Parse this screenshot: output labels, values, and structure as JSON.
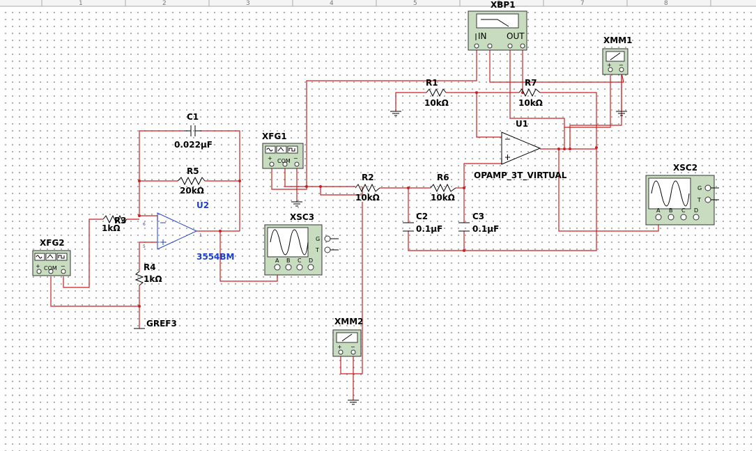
{
  "ruler": {
    "labels": [
      "1",
      "2",
      "3",
      "4",
      "5",
      "6",
      "7",
      "8"
    ]
  },
  "components": {
    "c1": {
      "name": "C1",
      "value": "0.022µF"
    },
    "r5": {
      "name": "R5",
      "value": "20kΩ"
    },
    "r3": {
      "name": "R3",
      "value": "1kΩ"
    },
    "r4": {
      "name": "R4",
      "value": "1kΩ"
    },
    "u2": {
      "name": "U2",
      "model": "3554BM"
    },
    "r2": {
      "name": "R2",
      "value": "10kΩ"
    },
    "r6": {
      "name": "R6",
      "value": "10kΩ"
    },
    "c2": {
      "name": "C2",
      "value": "0.1µF"
    },
    "c3": {
      "name": "C3",
      "value": "0.1µF"
    },
    "r1": {
      "name": "R1",
      "value": "10kΩ"
    },
    "r7": {
      "name": "R7",
      "value": "10kΩ"
    },
    "u1": {
      "name": "U1",
      "model": "OPAMP_3T_VIRTUAL"
    },
    "gref3": {
      "name": "GREF3"
    }
  },
  "instruments": {
    "xfg1": {
      "name": "XFG1",
      "com": "COM"
    },
    "xfg2": {
      "name": "XFG2",
      "com": "COM"
    },
    "xsc3": {
      "name": "XSC3",
      "terminals": [
        "A",
        "B",
        "C",
        "D"
      ],
      "side": [
        "G",
        "T"
      ]
    },
    "xsc2": {
      "name": "XSC2",
      "terminals": [
        "A",
        "B",
        "C",
        "D"
      ],
      "side": [
        "G",
        "T"
      ]
    },
    "xbp1": {
      "name": "XBP1",
      "in": "IN",
      "out": "OUT"
    },
    "xmm1": {
      "name": "XMM1"
    },
    "xmm2": {
      "name": "XMM2"
    }
  },
  "colors": {
    "wire": "#cc1f1f",
    "instrument": "#c8dcc0",
    "part_label": "#1a3fd0"
  }
}
